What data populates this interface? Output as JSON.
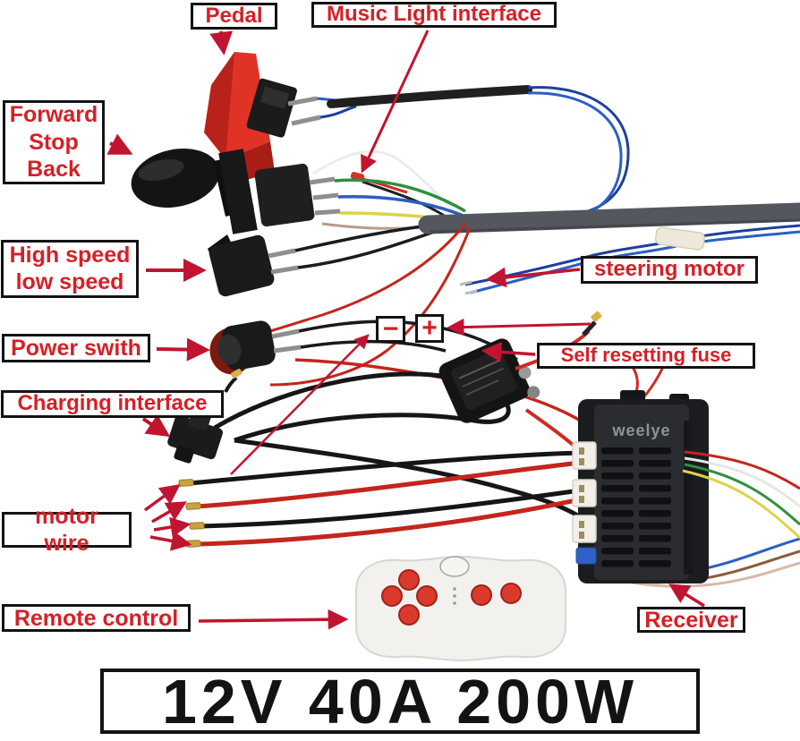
{
  "labels": {
    "pedal": "Pedal",
    "music_light": "Music Light interface",
    "forward_stop_back": "Forward\nStop\nBack",
    "high_low_speed": "High speed\nlow speed",
    "steering_motor": "steering motor",
    "power_switch": "Power swith",
    "self_resetting_fuse": "Self resetting fuse",
    "charging_interface": "Charging interface",
    "motor_wire": "motor wire",
    "remote_control": "Remote control",
    "receiver": "Receiver",
    "rating": "12V 40A 200W"
  },
  "symbols": {
    "minus": "−",
    "plus": "+"
  },
  "receiver_unit": {
    "brand": "weelye"
  },
  "colors": {
    "label_text": "#d61f26",
    "label_border": "#131313",
    "arrow": "#c11430",
    "rating_text": "#131313",
    "pedal_red": "#d8281e",
    "remote_button_red": "#d93a2c",
    "harness_gray": "#54585e",
    "receiver_black": "#1b1c1f",
    "wire_blue": "#2a5fc4",
    "wire_green": "#2f8f3e",
    "wire_yellow": "#ddd34a",
    "wire_red": "#c4251c",
    "wire_black": "#1a1a1a"
  }
}
